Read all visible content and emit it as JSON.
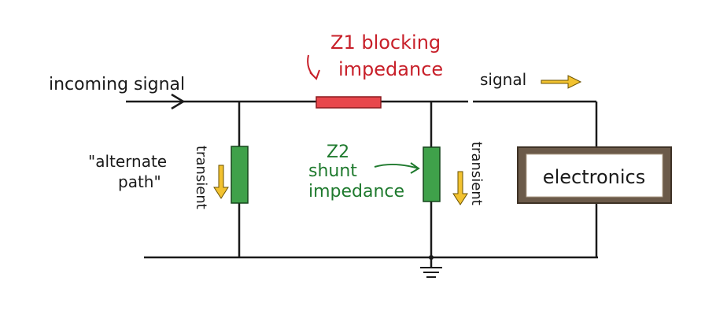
{
  "labels": {
    "incoming": "incoming signal",
    "z1_title": "Z1 blocking",
    "z1_sub": "impedance",
    "signal_out": "signal",
    "alt_line1": "\"alternate",
    "alt_line2": "path\"",
    "transient_left": "transient",
    "z2_title": "Z2",
    "z2_line2": "shunt",
    "z2_line3": "impedance",
    "transient_right": "transient",
    "electronics": "electronics"
  },
  "colors": {
    "wire": "#1a1a1a",
    "blocking_fill": "#e8474c",
    "blocking_text": "#c8202a",
    "shunt_fill": "#3fa14a",
    "shunt_text": "#1f7a2e",
    "arrow_yellow": "#f2c230",
    "electronics_fill": "#6b5a49",
    "electronics_inner": "#ffffff"
  }
}
